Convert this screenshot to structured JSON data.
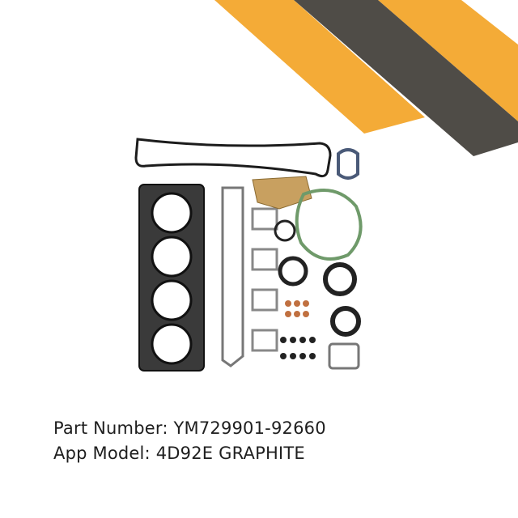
{
  "product": {
    "part_number_line": "Part Number: YM729901-92660",
    "app_model_line": "App Model: 4D92E GRAPHITE"
  },
  "colors": {
    "accent_orange": "#f4ab37",
    "accent_dark": "#4f4c47",
    "gasket_black": "#1c1c1c",
    "gasket_green": "#6f9a6a",
    "gasket_tan": "#c8a060"
  },
  "image": {
    "subject": "engine-gasket-kit-photo"
  }
}
